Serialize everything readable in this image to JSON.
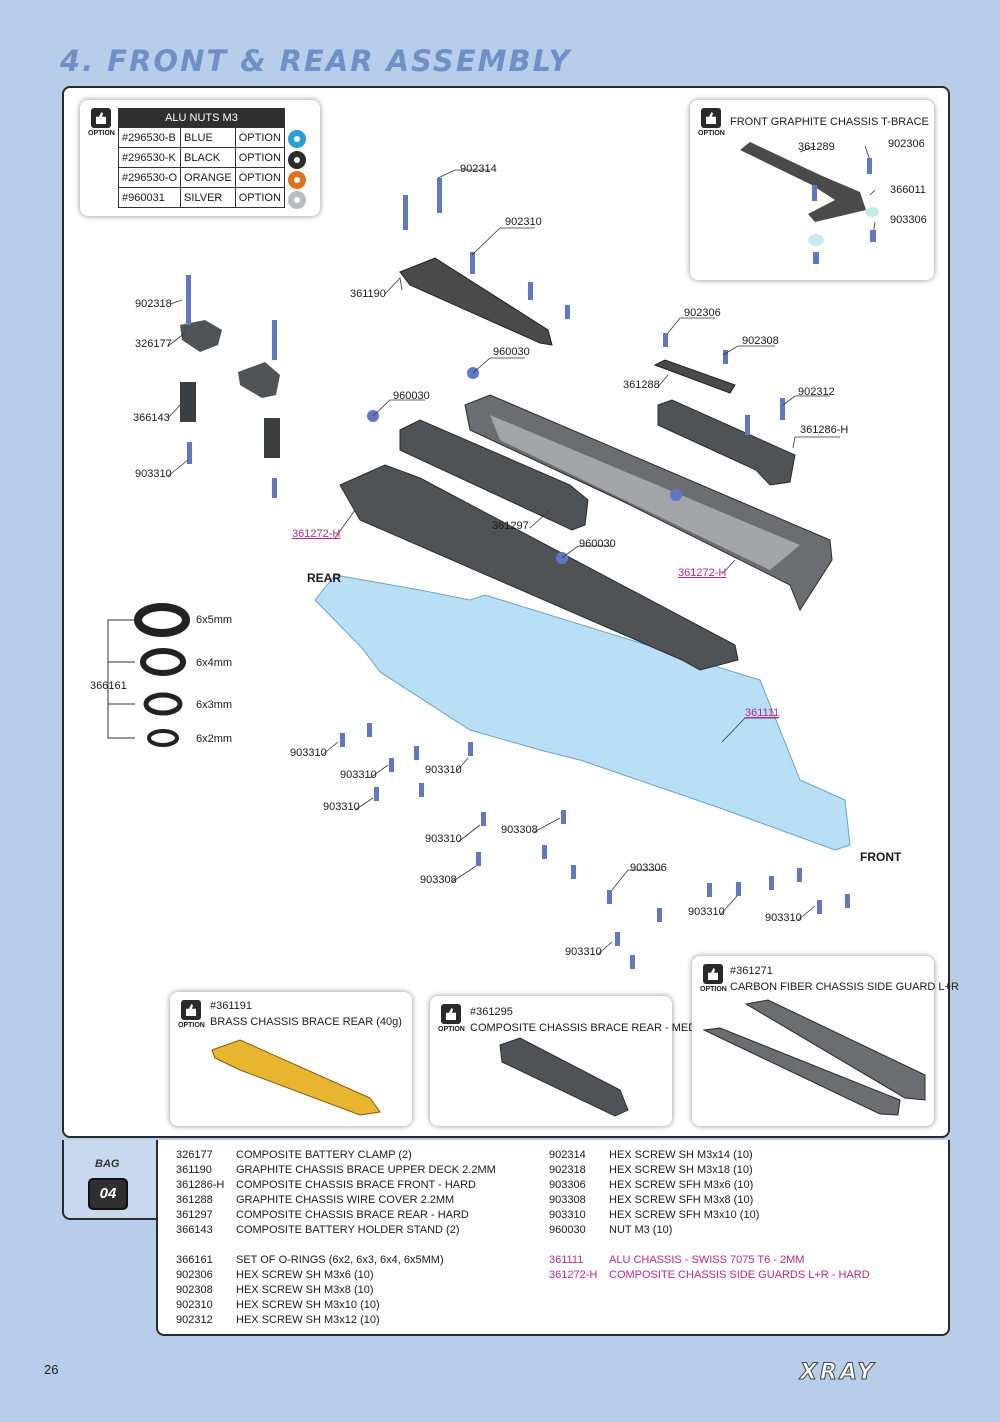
{
  "page": {
    "title": "4. FRONT & REAR ASSEMBLY",
    "page_number": "26",
    "brand": "XRAY"
  },
  "nut_option": {
    "option_label": "OPTION",
    "header": "ALU NUTS M3",
    "rows": [
      {
        "code": "#296530-B",
        "color": "BLUE",
        "type": "OPTION",
        "swatch": "#2aa0d8"
      },
      {
        "code": "#296530-K",
        "color": "BLACK",
        "type": "OPTION",
        "swatch": "#2b2b2b"
      },
      {
        "code": "#296530-O",
        "color": "ORANGE",
        "type": "OPTION",
        "swatch": "#e0711c"
      },
      {
        "code": "#960031",
        "color": "SILVER",
        "type": "OPTION",
        "swatch": "#b9bcc0"
      }
    ]
  },
  "tbrace_option": {
    "option_label": "OPTION",
    "title": "FRONT GRAPHITE CHASSIS T-BRACE",
    "labels": {
      "a": "361289",
      "b": "902306",
      "c": "366011",
      "d": "903306"
    }
  },
  "oring": {
    "set": "366161",
    "sizes": [
      "6x5mm",
      "6x4mm",
      "6x3mm",
      "6x2mm"
    ]
  },
  "labels": {
    "l902314": "902314",
    "l902310": "902310",
    "l902318": "902318",
    "l326177": "326177",
    "l361190": "361190",
    "l960030a": "960030",
    "l960030b": "960030",
    "l960030c": "960030",
    "l366143": "366143",
    "l903310a": "903310",
    "l902306": "902306",
    "l902308": "902308",
    "l361288": "361288",
    "l902312": "902312",
    "l361286h": "361286-H",
    "l361297": "361297",
    "l361272h_a": "361272-H",
    "l361272h_b": "361272-H",
    "l361111": "361111",
    "l903310b": "903310",
    "l903310c": "903310",
    "l903310d": "903310",
    "l903310e": "903310",
    "l903310f": "903310",
    "l903308a": "903308",
    "l903308b": "903308",
    "l903306": "903306",
    "l903310g": "903310",
    "l903310h": "903310",
    "l903310i": "903310"
  },
  "tags": {
    "rear": "REAR",
    "front": "FRONT"
  },
  "options_bottom": [
    {
      "option_label": "OPTION",
      "code": "#361191",
      "name": "BRASS CHASSIS BRACE REAR (40g)"
    },
    {
      "option_label": "OPTION",
      "code": "#361295",
      "name": "COMPOSITE CHASSIS BRACE REAR - MEDIUM"
    },
    {
      "option_label": "OPTION",
      "code": "#361271",
      "name": "CARBON FIBER CHASSIS SIDE GUARD L+R"
    }
  ],
  "bag": {
    "label": "BAG",
    "number": "04"
  },
  "parts_left": [
    {
      "code": "326177",
      "desc": "COMPOSITE BATTERY CLAMP (2)"
    },
    {
      "code": "361190",
      "desc": "GRAPHITE CHASSIS BRACE UPPER DECK 2.2MM"
    },
    {
      "code": "361286-H",
      "desc": "COMPOSITE CHASSIS BRACE FRONT - HARD"
    },
    {
      "code": "361288",
      "desc": "GRAPHITE CHASSIS WIRE COVER 2.2MM"
    },
    {
      "code": "361297",
      "desc": "COMPOSITE CHASSIS BRACE REAR - HARD"
    },
    {
      "code": "366143",
      "desc": "COMPOSITE BATTERY HOLDER STAND (2)"
    }
  ],
  "parts_left2": [
    {
      "code": "366161",
      "desc": "SET OF O-RINGS (6x2, 6x3, 6x4, 6x5MM)"
    },
    {
      "code": "902306",
      "desc": "HEX SCREW SH M3x6  (10)"
    },
    {
      "code": "902308",
      "desc": "HEX SCREW SH M3x8  (10)"
    },
    {
      "code": "902310",
      "desc": "HEX SCREW SH M3x10  (10)"
    },
    {
      "code": "902312",
      "desc": "HEX SCREW SH M3x12  (10)"
    }
  ],
  "parts_right": [
    {
      "code": "902314",
      "desc": "HEX SCREW SH M3x14  (10)"
    },
    {
      "code": "902318",
      "desc": "HEX SCREW SH M3x18  (10)"
    },
    {
      "code": "903306",
      "desc": "HEX SCREW SFH M3x6  (10)"
    },
    {
      "code": "903308",
      "desc": "HEX SCREW SFH M3x8  (10)"
    },
    {
      "code": "903310",
      "desc": "HEX SCREW SFH M3x10  (10)"
    },
    {
      "code": "960030",
      "desc": "NUT M3  (10)"
    }
  ],
  "parts_right2": [
    {
      "code": "361111",
      "desc": "ALU CHASSIS - SWISS 7075 T6 - 2MM"
    },
    {
      "code": "361272-H",
      "desc": "COMPOSITE CHASSIS SIDE GUARDS L+R - HARD"
    }
  ]
}
